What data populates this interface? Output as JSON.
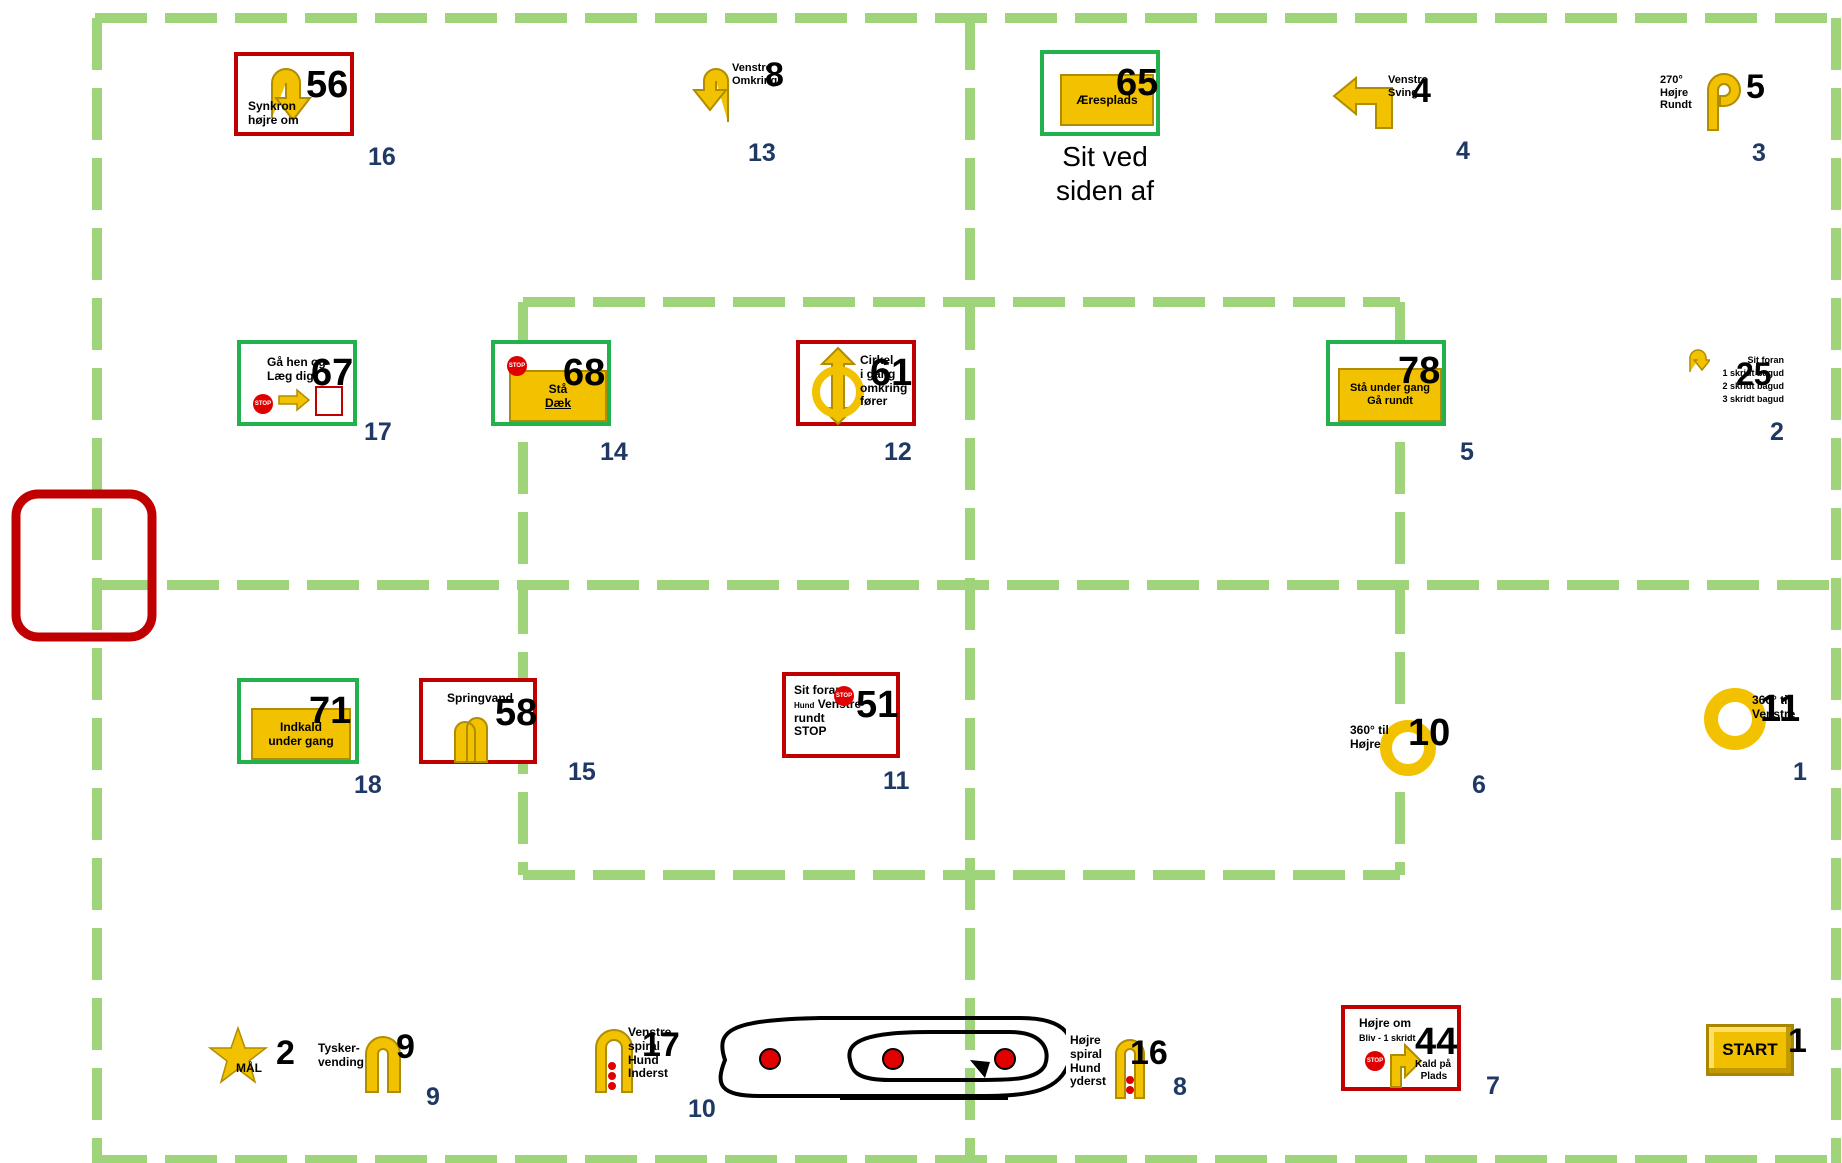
{
  "colors": {
    "course_dash": "#9fd47a",
    "arrow_yellow": "#f2c200",
    "frame_red": "#c00000",
    "frame_green": "#22b14c",
    "seq_number": "#1f3864",
    "stop_red": "#e00000"
  },
  "signs": [
    {
      "id": "s16",
      "number": "56",
      "text": [
        "Synkron",
        "højre om"
      ],
      "frame": "red",
      "seq": "16"
    },
    {
      "id": "s13",
      "number": "8",
      "text": [
        "Venstre",
        "Omkring"
      ],
      "frame": "none",
      "seq": "13"
    },
    {
      "id": "s4",
      "number": "65",
      "text": [
        "Æresplads"
      ],
      "frame": "green",
      "seq": "",
      "note": [
        "Sit ved",
        "siden af"
      ]
    },
    {
      "id": "s4b",
      "number": "4",
      "text": [
        "Venstre",
        "Sving"
      ],
      "frame": "none",
      "seq": "4"
    },
    {
      "id": "s3",
      "number": "5",
      "text": [
        "270°",
        "Højre",
        "Rundt"
      ],
      "frame": "none",
      "seq": "3"
    },
    {
      "id": "s17",
      "number": "67",
      "text": [
        "Gå hen og",
        "Læg dig"
      ],
      "frame": "green",
      "seq": "17"
    },
    {
      "id": "s14",
      "number": "68",
      "text": [
        "Stå",
        "Dæk"
      ],
      "frame": "green",
      "seq": "14"
    },
    {
      "id": "s12",
      "number": "61",
      "text": [
        "Cirkel",
        "i gang",
        "omkring",
        "fører"
      ],
      "frame": "red",
      "seq": "12"
    },
    {
      "id": "s5",
      "number": "78",
      "text": [
        "Stå under gang",
        "Gå rundt"
      ],
      "frame": "green",
      "seq": "5"
    },
    {
      "id": "s2",
      "number": "25",
      "text": [
        "Sit foran",
        "1 skridt bagud",
        "2 skridt bagud",
        "3 skridt bagud"
      ],
      "frame": "none",
      "seq": "2"
    },
    {
      "id": "s18",
      "number": "71",
      "text": [
        "Indkald",
        "under gang"
      ],
      "frame": "green",
      "seq": "18"
    },
    {
      "id": "s15",
      "number": "58",
      "text": [
        "Springvand"
      ],
      "frame": "red",
      "seq": "15"
    },
    {
      "id": "s11",
      "number": "51",
      "text": [
        "Sit foran",
        "Hund",
        "Venstre",
        "rundt",
        "STOP"
      ],
      "frame": "red",
      "seq": "11"
    },
    {
      "id": "s6",
      "number": "10",
      "text": [
        "360° til",
        "Højre"
      ],
      "frame": "none",
      "seq": "6"
    },
    {
      "id": "s1",
      "number": "11",
      "text": [
        "360° til",
        "Venstre"
      ],
      "frame": "none",
      "seq": "1"
    },
    {
      "id": "s-goal",
      "number": "2",
      "text": [
        "MÅL"
      ],
      "frame": "none",
      "seq": ""
    },
    {
      "id": "s9",
      "number": "9",
      "text": [
        "Tysker-",
        "vending"
      ],
      "frame": "none",
      "seq": "9"
    },
    {
      "id": "s10",
      "number": "17",
      "text": [
        "Venstre",
        "spiral",
        "Hund",
        "Inderst"
      ],
      "frame": "none",
      "seq": "10"
    },
    {
      "id": "s8",
      "number": "16",
      "text": [
        "Højre",
        "spiral",
        "Hund",
        "yderst"
      ],
      "frame": "none",
      "seq": "8"
    },
    {
      "id": "s7",
      "number": "44",
      "text": [
        "Højre om",
        "Bliv - 1 skridt",
        "Kald på",
        "Plads"
      ],
      "frame": "red",
      "seq": "7"
    },
    {
      "id": "s-start",
      "number": "1",
      "text": [
        "START"
      ],
      "frame": "none",
      "seq": ""
    }
  ]
}
